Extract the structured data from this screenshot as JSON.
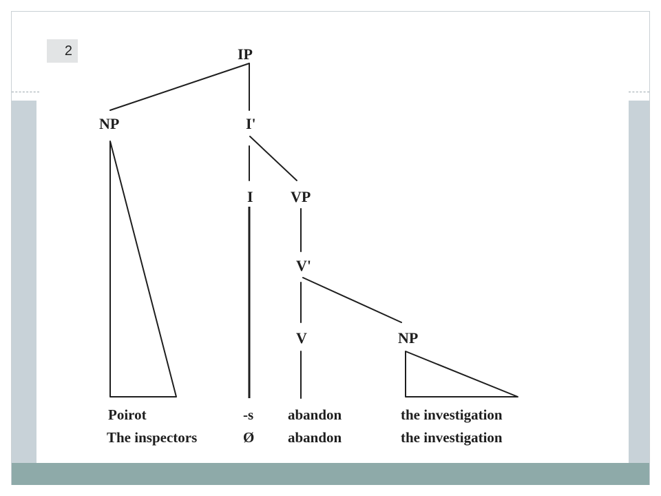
{
  "slide": {
    "number": "2"
  },
  "tree": {
    "nodes": {
      "ip": "IP",
      "np_subject": "NP",
      "i_bar": "I'",
      "i": "I",
      "vp": "VP",
      "v_bar": "V'",
      "v": "V",
      "np_object": "NP"
    },
    "leaves": {
      "row1": {
        "subject": "Poirot",
        "inflection": "-s",
        "verb": "abandon",
        "object": "the investigation"
      },
      "row2": {
        "subject": "The inspectors",
        "inflection": "Ø",
        "verb": "abandon",
        "object": "the investigation"
      }
    }
  }
}
